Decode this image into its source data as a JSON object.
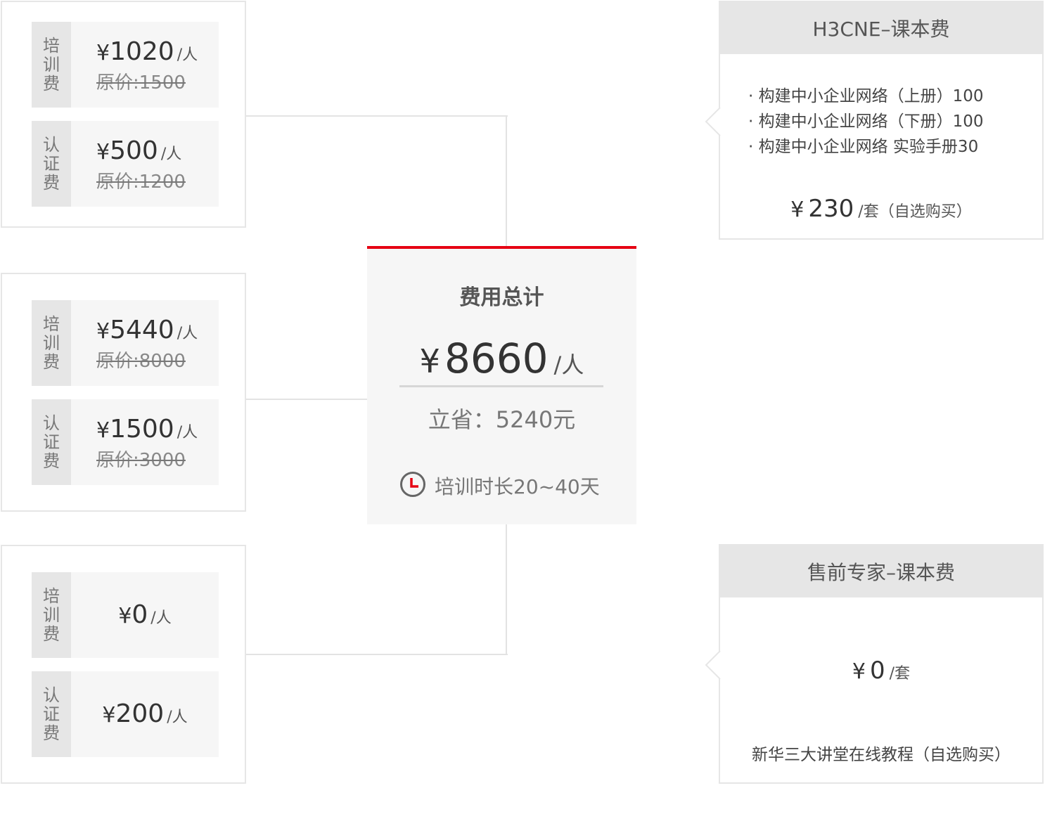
{
  "colors": {
    "accent": "#e60012",
    "panel": "#f6f6f6",
    "label_bg": "#e6e6e6"
  },
  "fee_labels": {
    "training": [
      "培",
      "训",
      "费"
    ],
    "certification": [
      "认",
      "证",
      "费"
    ]
  },
  "currency": "¥",
  "per_person": "/人",
  "groups": [
    {
      "training": {
        "price": "1020",
        "original": "原价:1500"
      },
      "certification": {
        "price": "500",
        "original": "原价:1200"
      }
    },
    {
      "training": {
        "price": "5440",
        "original": "原价:8000"
      },
      "certification": {
        "price": "1500",
        "original": "原价:3000"
      }
    },
    {
      "training": {
        "price": "0",
        "original": ""
      },
      "certification": {
        "price": "200",
        "original": ""
      }
    }
  ],
  "summary": {
    "title": "费用总计",
    "total": "8660",
    "unit": "/人",
    "save": "立省：5240元",
    "duration": "培训时长20~40天",
    "duration_icon": "clock-icon"
  },
  "cards": [
    {
      "title": "H3CNE–课本费",
      "items": [
        "· 构建中小企业网络（上册）100",
        "· 构建中小企业网络（下册）100",
        "· 构建中小企业网络 实验手册30"
      ],
      "price": "230",
      "unit": "/套（自选购买）"
    },
    {
      "title": "售前专家–课本费",
      "price": "0",
      "unit": "/套",
      "note": "新华三大讲堂在线教程（自选购买）"
    }
  ]
}
